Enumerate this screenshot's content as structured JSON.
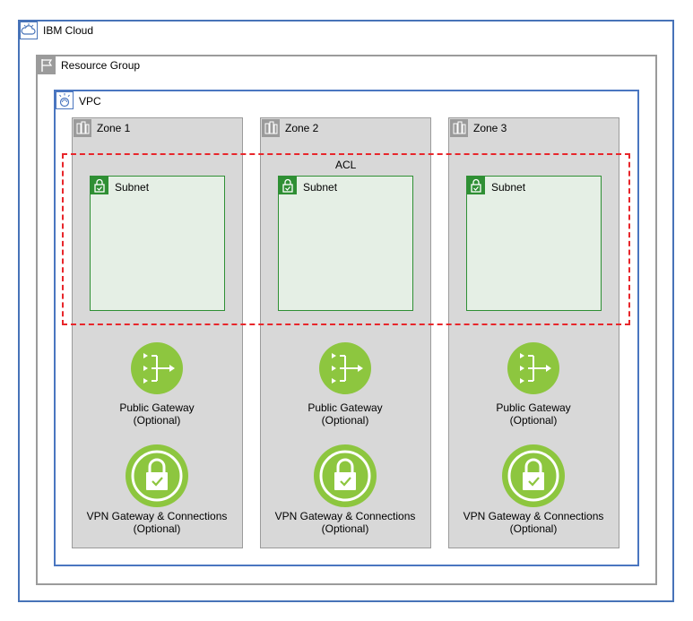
{
  "ibm_cloud": {
    "label": "IBM Cloud",
    "icon": "cloud-icon",
    "color": "#4773b8"
  },
  "resource_group": {
    "label": "Resource Group",
    "icon": "flag-icon",
    "color": "#9b9b9b"
  },
  "vpc": {
    "label": "VPC",
    "icon": "vpc-icon",
    "color": "#4a76c0"
  },
  "acl": {
    "label": "ACL",
    "color": "#e8262b"
  },
  "zones": [
    {
      "label": "Zone 1",
      "subnet": "Subnet",
      "gateway": "Public Gateway",
      "gateway_note": "(Optional)",
      "vpn": "VPN Gateway & Connections",
      "vpn_note": "(Optional)"
    },
    {
      "label": "Zone 2",
      "subnet": "Subnet",
      "gateway": "Public Gateway",
      "gateway_note": "(Optional)",
      "vpn": "VPN Gateway & Connections",
      "vpn_note": "(Optional)"
    },
    {
      "label": "Zone 3",
      "subnet": "Subnet",
      "gateway": "Public Gateway",
      "gateway_note": "(Optional)",
      "vpn": "VPN Gateway & Connections",
      "vpn_note": "(Optional)"
    }
  ],
  "colors": {
    "gateway_green": "#8dc63f",
    "subnet_green": "#2f8f34",
    "zone_gray": "#d8d8d8"
  }
}
